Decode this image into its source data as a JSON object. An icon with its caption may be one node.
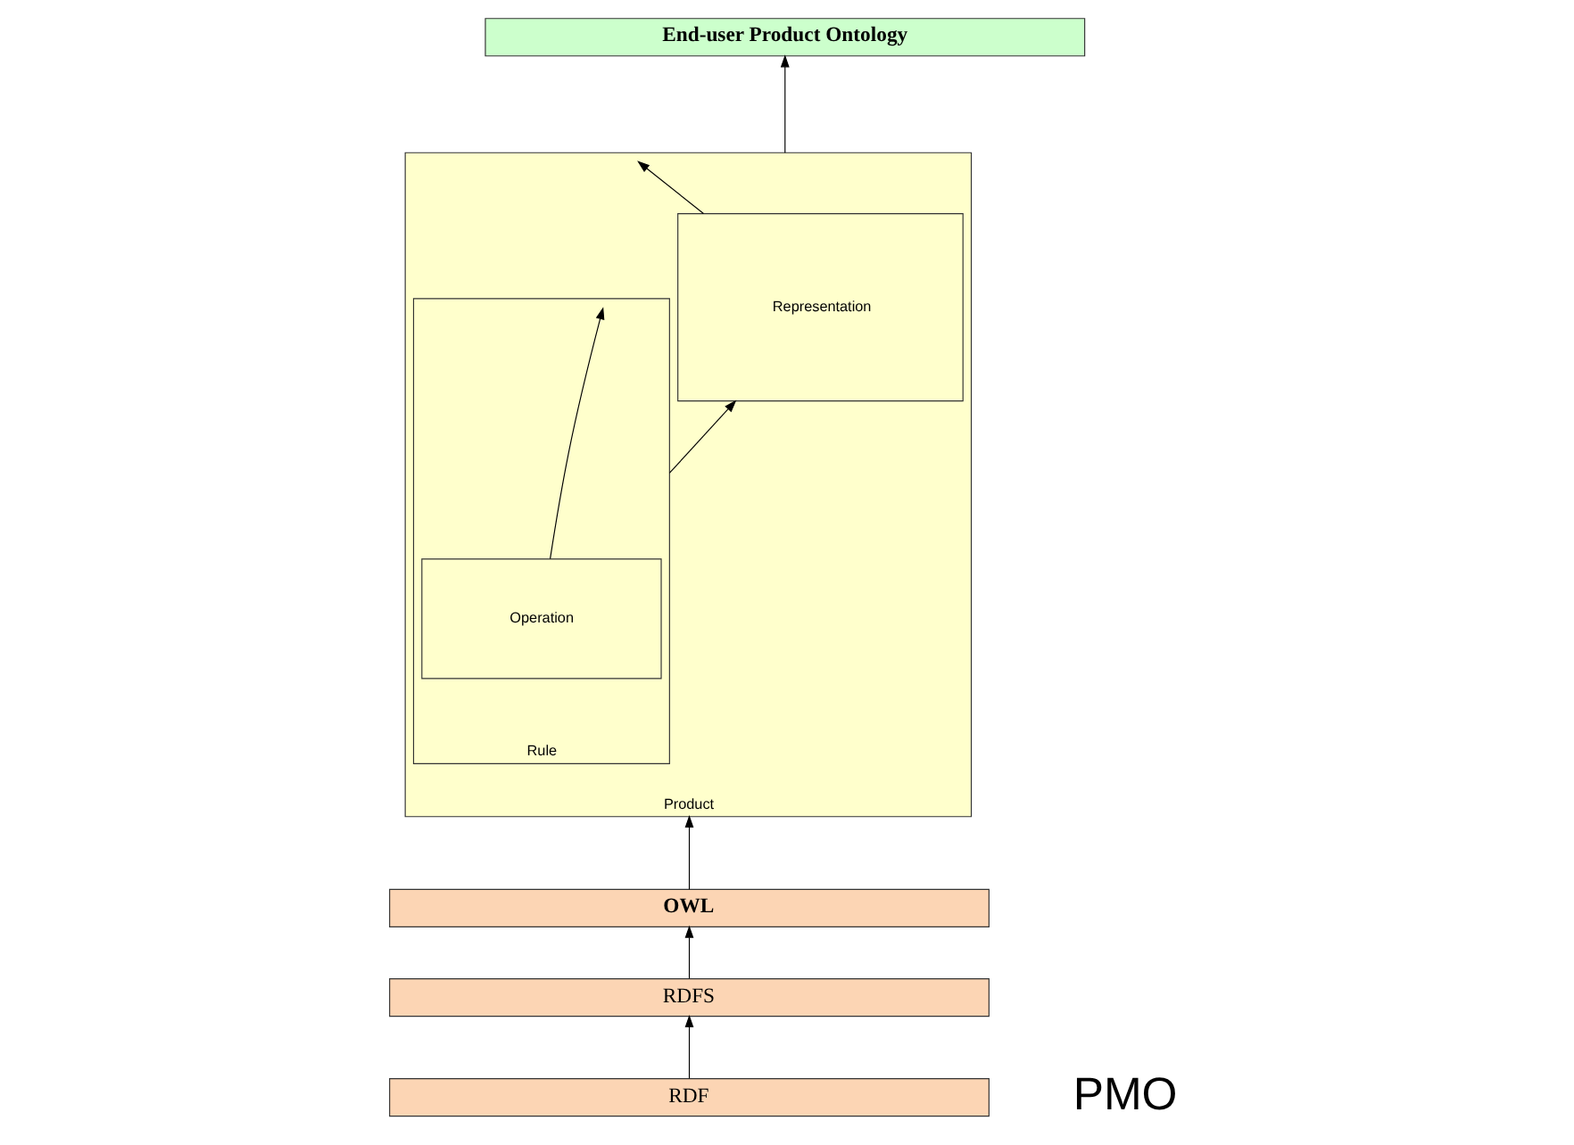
{
  "diagram": {
    "nodes": [
      {
        "text": [
          "End-user Product Ontology"
        ]
      },
      {
        "text": [
          "Product"
        ]
      },
      {
        "text": [
          "Rule"
        ],
        "in": 1
      },
      {
        "text": [
          "Operation"
        ],
        "in": 2
      },
      {
        "text": [
          "Representation"
        ],
        "in": 1
      },
      {
        "text": [
          "OWL"
        ]
      },
      {
        "text": [
          "RDFS"
        ]
      },
      {
        "text": [
          "RDF"
        ]
      }
    ],
    "edges": [
      {
        "from": 1,
        "to": 0,
        "arrow": "to"
      },
      {
        "from": 4,
        "to": 1,
        "arrow": "to"
      },
      {
        "from": 2,
        "to": 4,
        "arrow": "to"
      },
      {
        "from": 3,
        "to": 2,
        "arrow": "to"
      },
      {
        "from": 5,
        "to": 1,
        "arrow": "to"
      },
      {
        "from": 6,
        "to": 5,
        "arrow": "to"
      },
      {
        "from": 7,
        "to": 6,
        "arrow": "to"
      }
    ],
    "labels": [
      "PMO"
    ]
  }
}
